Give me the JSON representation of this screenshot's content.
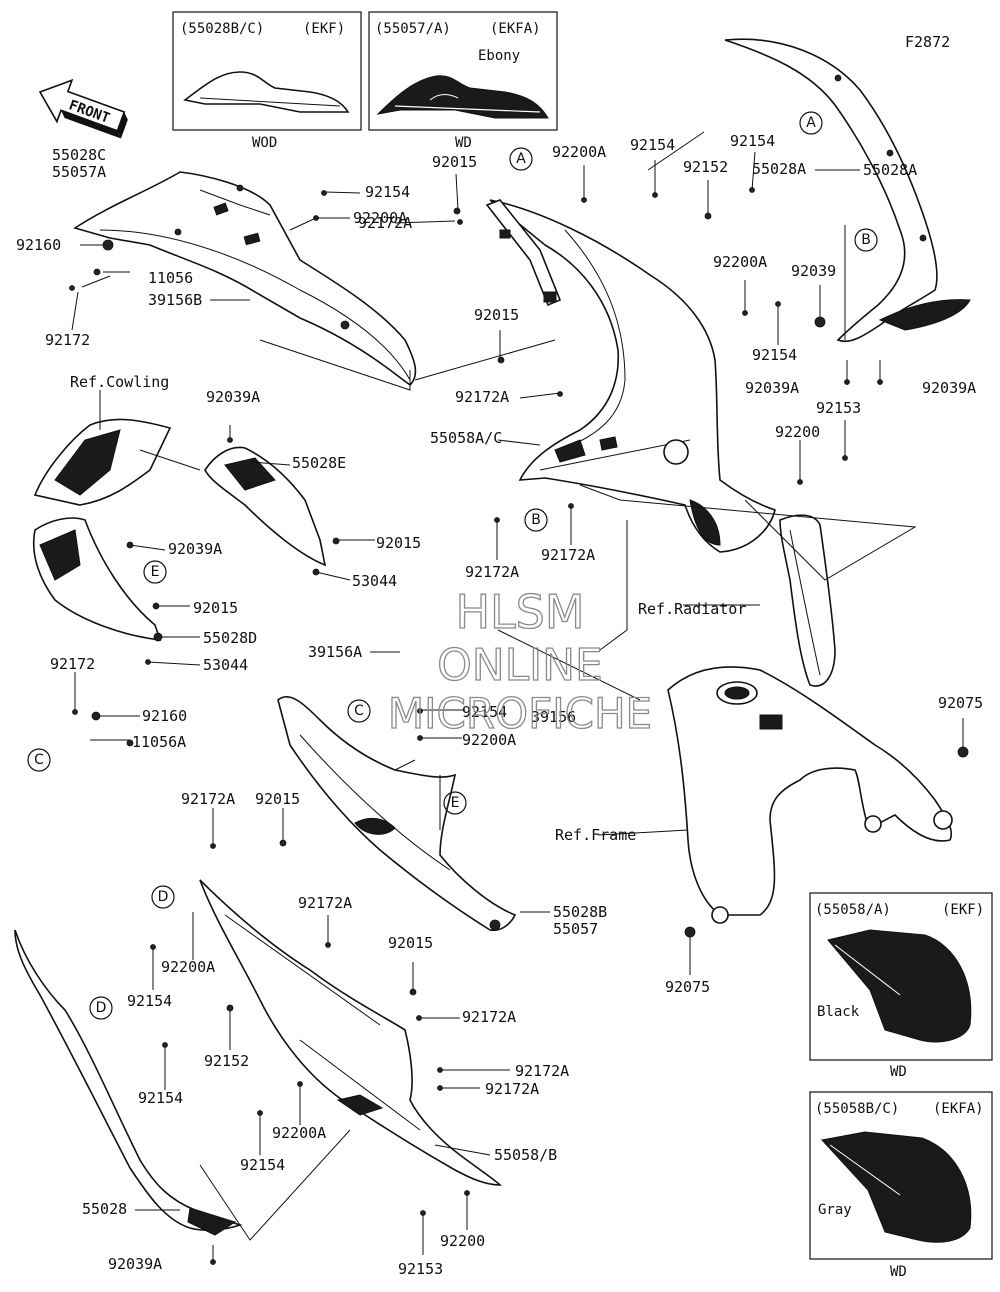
{
  "diagram": {
    "figure_code": "F2872",
    "front_label": "FRONT",
    "watermark": {
      "line1": "HLSM",
      "line2": "ONLINE",
      "line3": "MICROFICHE"
    },
    "variant_boxes": {
      "ekf_upper": {
        "code": "(55028B/C)",
        "region": "(EKF)",
        "caption": "WOD"
      },
      "ekfa_upper": {
        "code": "(55057/A)",
        "region": "(EKFA)",
        "color": "Ebony",
        "caption": "WD"
      },
      "ekf_lower": {
        "code": "(55058/A)",
        "region": "(EKF)",
        "color": "Black",
        "caption": "WD"
      },
      "ekfa_lower": {
        "code": "(55058B/C)",
        "region": "(EKFA)",
        "color": "Gray",
        "caption": "WD"
      }
    },
    "refs": {
      "cowling": "Ref.Cowling",
      "radiator": "Ref.Radiator",
      "frame": "Ref.Frame"
    },
    "callouts": [
      "A",
      "B",
      "C",
      "D",
      "E"
    ],
    "part_labels": [
      "55028C",
      "55057A",
      "92160",
      "11056",
      "92172",
      "39156B",
      "92154",
      "92200A",
      "92172A",
      "92015",
      "55028A",
      "92152",
      "92039",
      "92039A",
      "92153",
      "92200",
      "55058A/C",
      "55028E",
      "53044",
      "55028D",
      "92160",
      "11056A",
      "39156A",
      "39156",
      "55028B",
      "55057",
      "92075",
      "55058/B",
      "55028",
      "92039A"
    ]
  }
}
